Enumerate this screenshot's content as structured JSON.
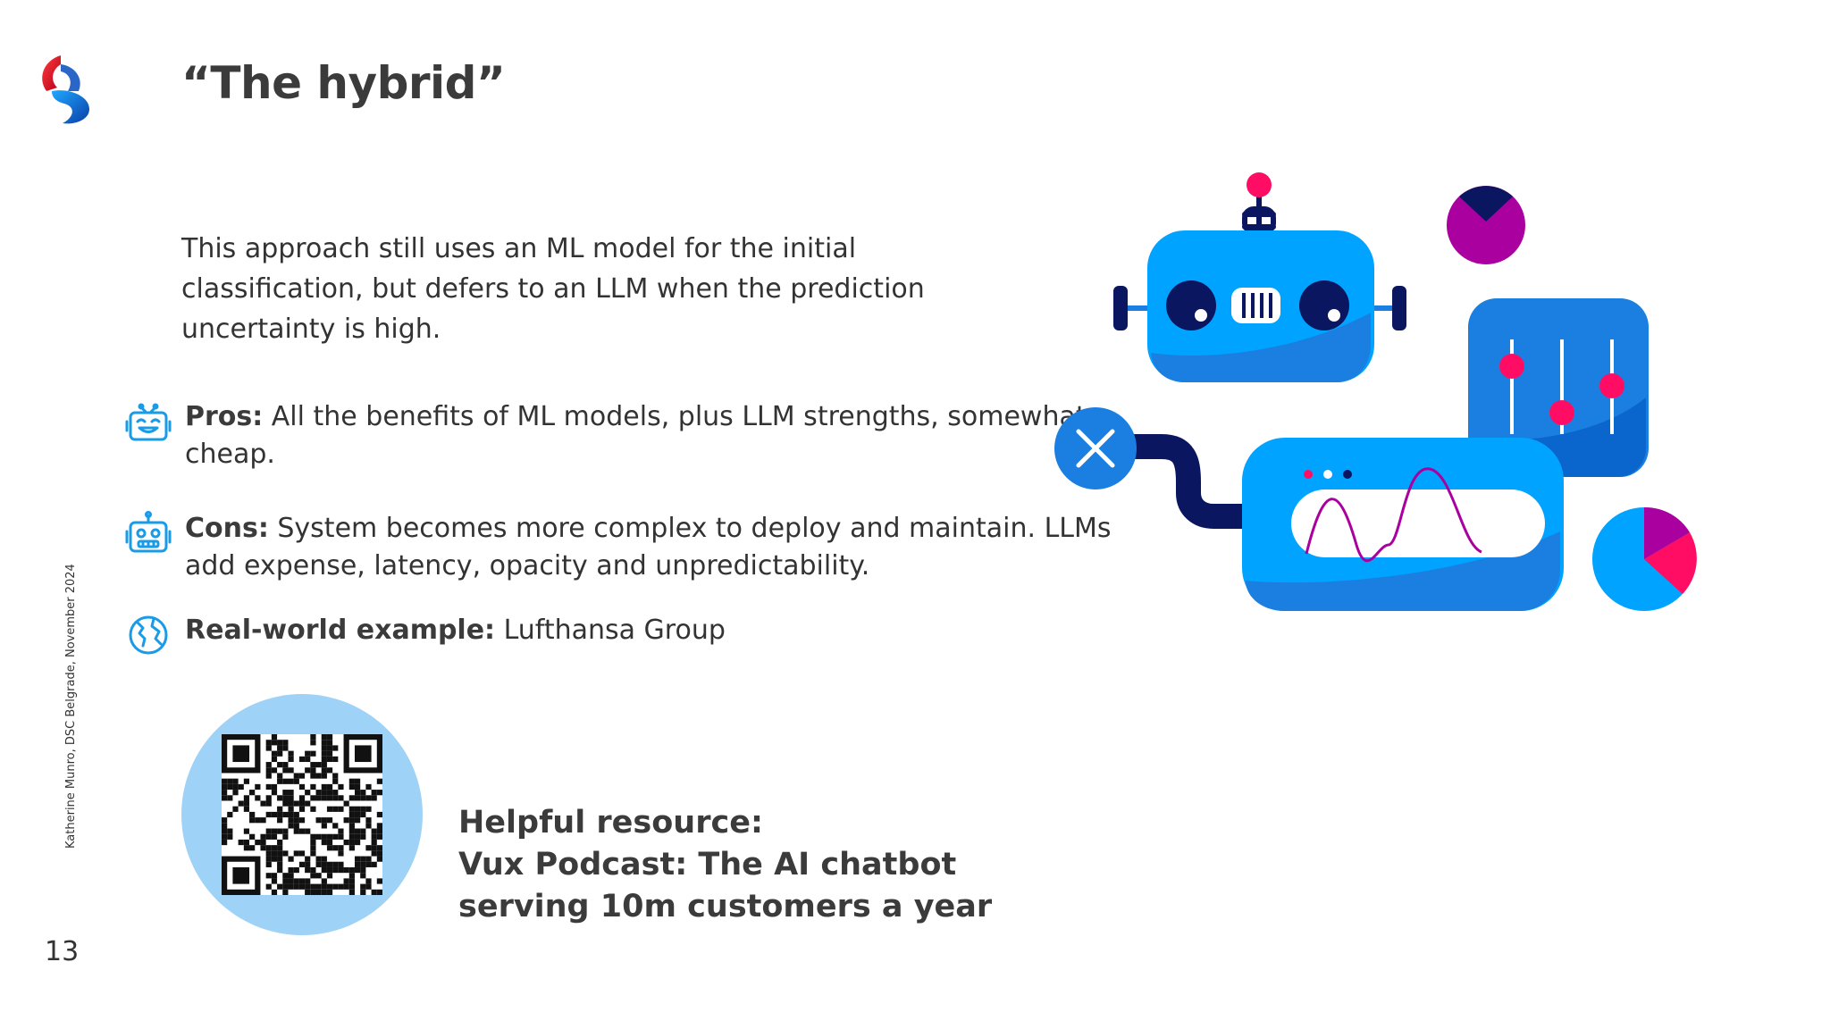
{
  "slide": {
    "title": "“The hybrid”",
    "intro": "This approach still uses an ML model for the initial classification, but defers to an LLM when the prediction uncertainty is high.",
    "points": [
      {
        "label": "Pros:",
        "text": " All the benefits of ML models, plus LLM strengths, somewhat cheap.",
        "icon": "happy-robot-icon"
      },
      {
        "label": "Cons:",
        "text": " System becomes more complex to deploy and maintain. LLMs add expense, latency, opacity and unpredictability.",
        "icon": "worried-robot-icon"
      },
      {
        "label": "Real-world example:",
        "text": " Lufthansa Group",
        "icon": "globe-icon"
      }
    ],
    "resource": {
      "line1": "Helpful resource:",
      "line2": "Vux Podcast: The AI chatbot",
      "line3": "serving 10m customers a year"
    },
    "side_note": "Katherine Munro, DSC Belgrade, November 2024",
    "page_number": "13"
  },
  "colors": {
    "accent_blue": "#00a3ff",
    "deep_blue": "#1a7fe0",
    "navy": "#0b1660",
    "pink": "#ff0d64",
    "purple": "#a9009f",
    "qr_circle": "#9fd2f7"
  }
}
